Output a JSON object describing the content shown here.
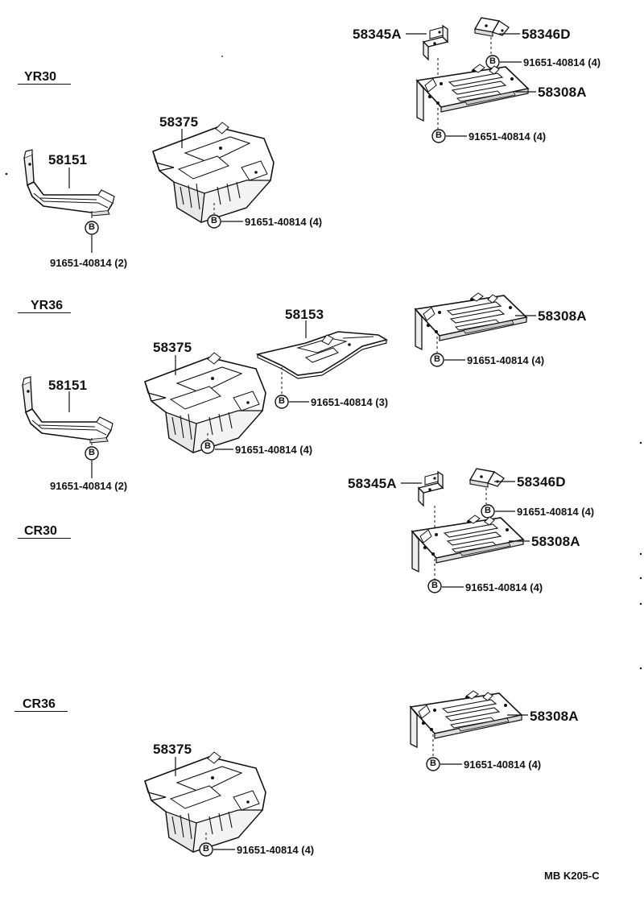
{
  "sections": [
    {
      "label": "YR30"
    },
    {
      "label": "YR36"
    },
    {
      "label": "CR30"
    },
    {
      "label": "CR36"
    }
  ],
  "part_numbers": {
    "p58345A": "58345A",
    "p58346D": "58346D",
    "p58308A": "58308A",
    "p58375": "58375",
    "p58151": "58151",
    "p58153": "58153"
  },
  "bolts": {
    "symbol": "B",
    "bolt_4": "91651-40814 (4)",
    "bolt_3": "91651-40814 (3)",
    "bolt_2": "91651-40814 (2)"
  },
  "figure_code": "MB K205-C",
  "colors": {
    "ink": "#111111",
    "paper": "#ffffff"
  }
}
